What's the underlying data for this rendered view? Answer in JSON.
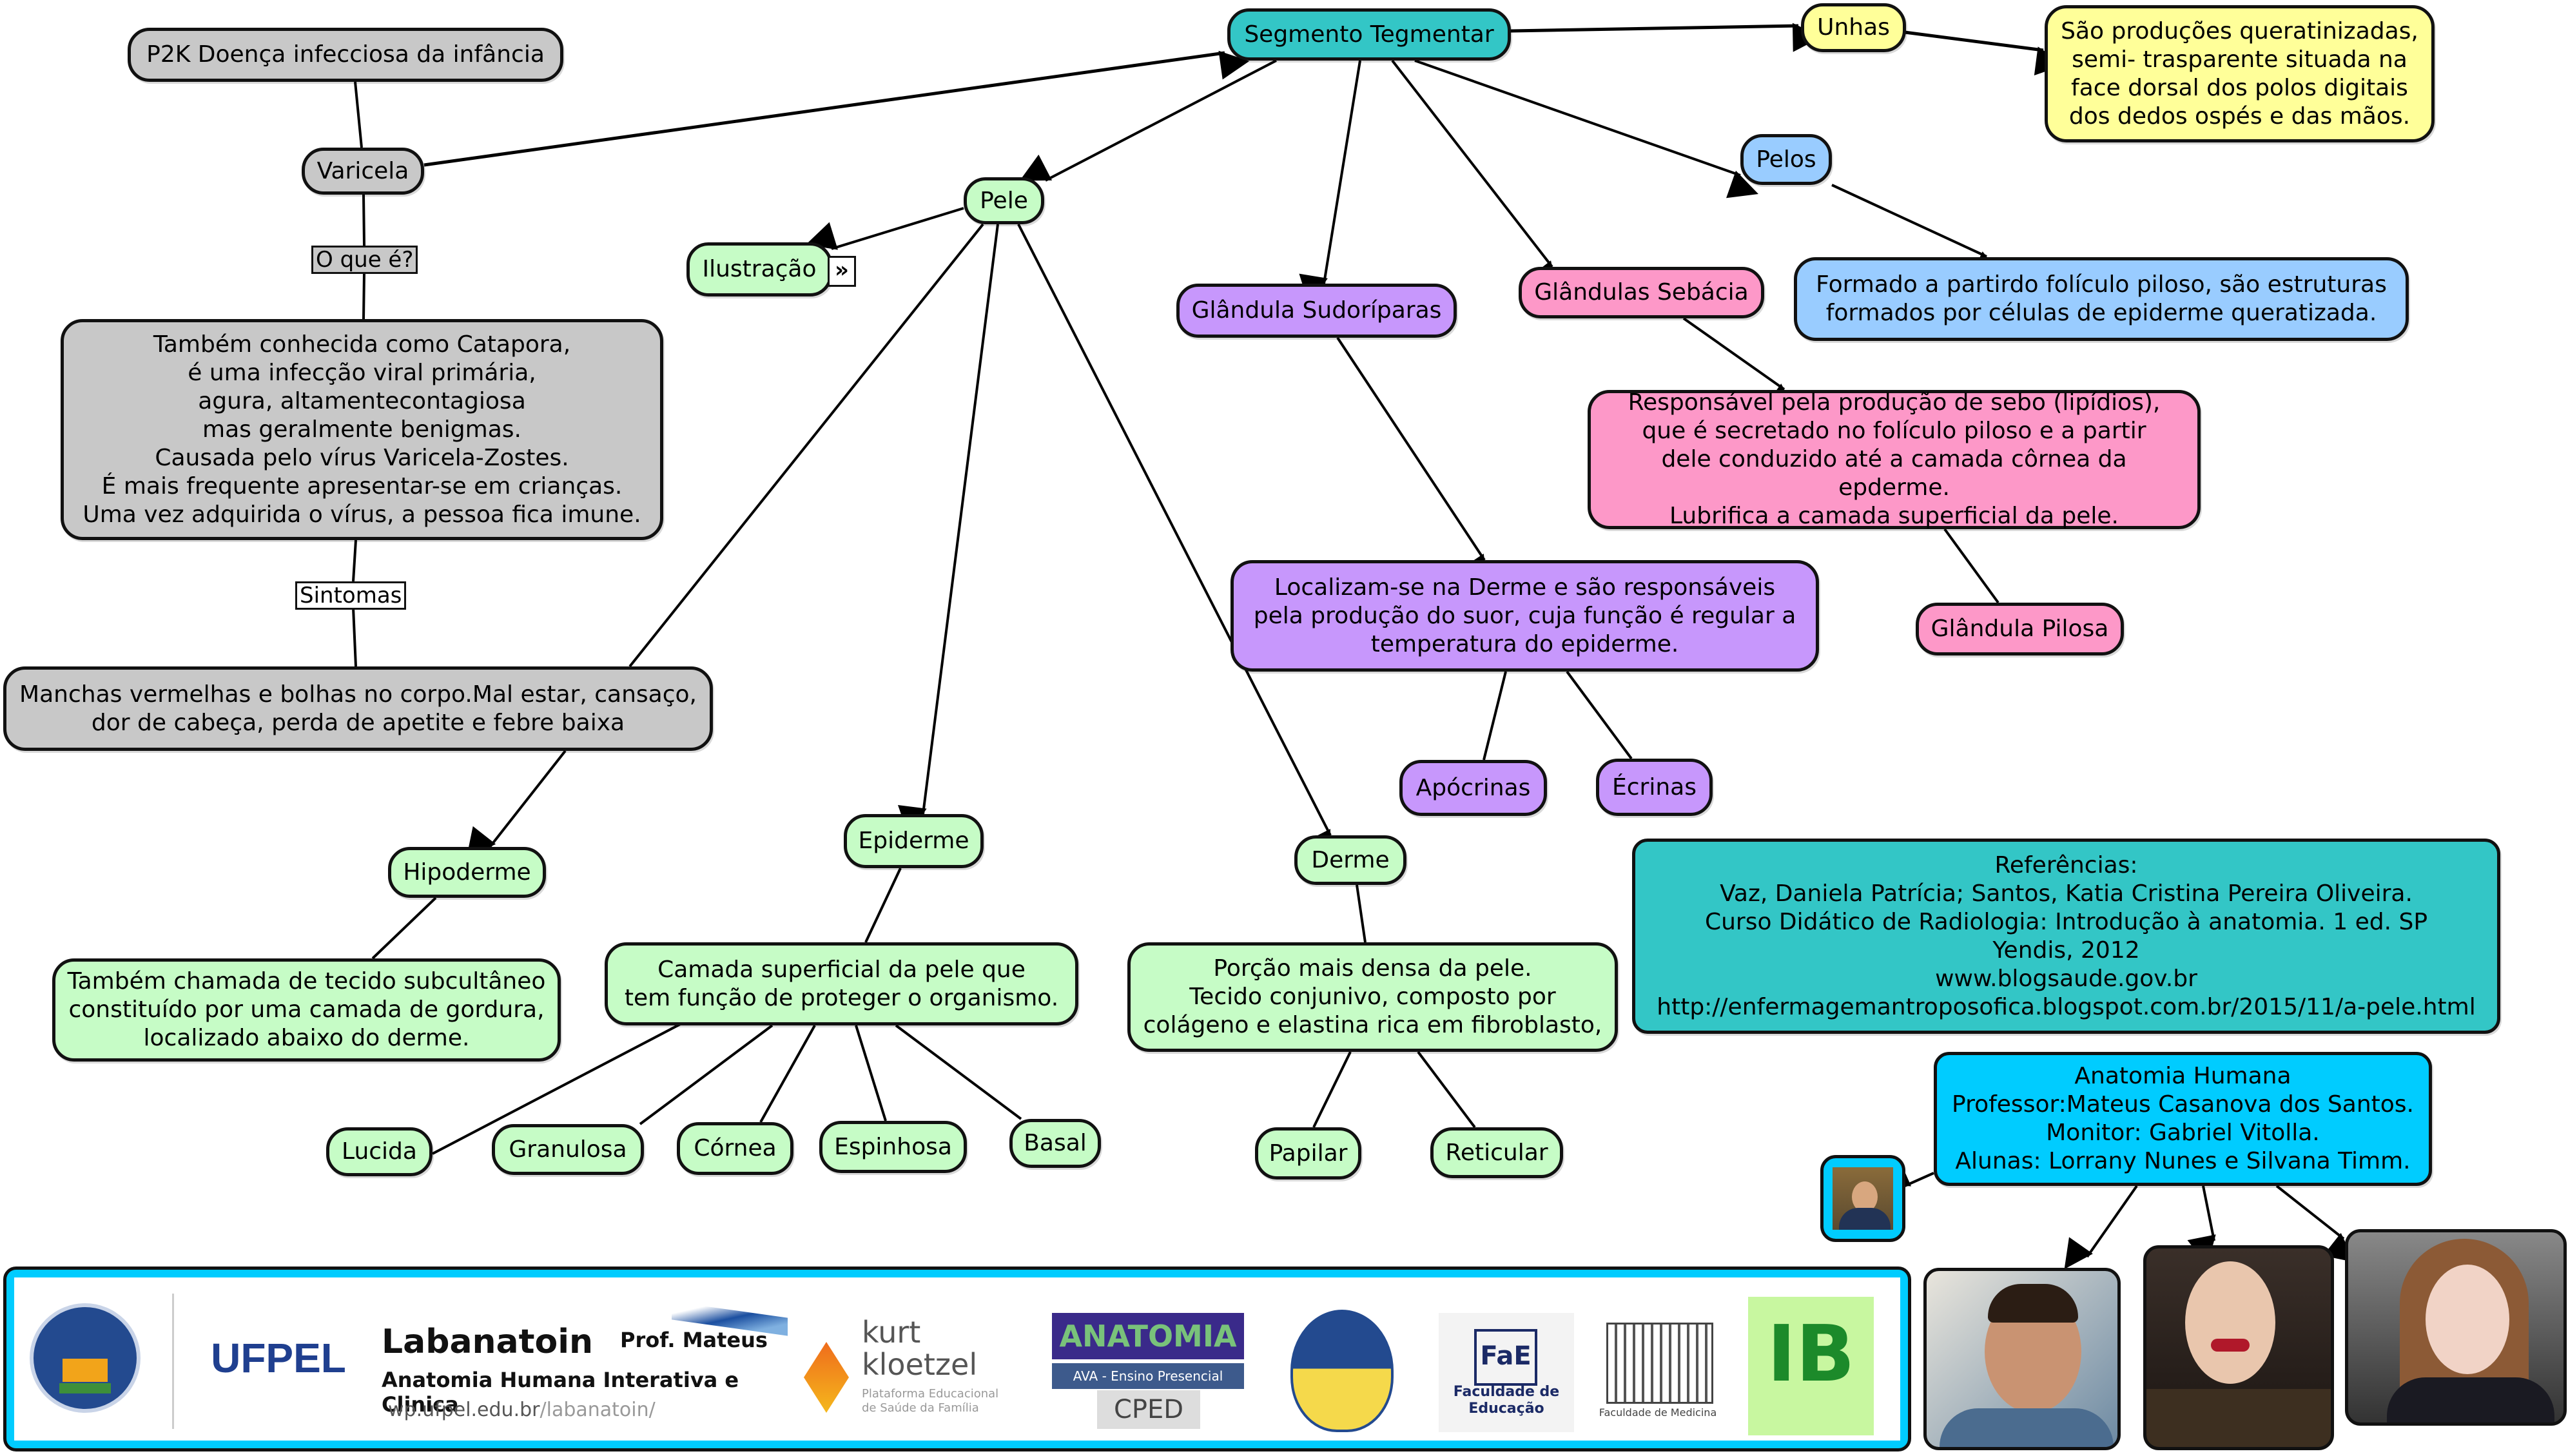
{
  "nodes": {
    "p2k": "P2K  Doença infecciosa da infância",
    "varicela": "Varicela",
    "catapora_desc": "Também conhecida como Catapora,\né uma infecção viral primária,\nagura, altamentecontagiosa\nmas geralmente benigmas.\nCausada pelo vírus Varicela-Zostes.\nÉ mais frequente apresentar-se em crianças.\nUma vez adquirida o vírus, a pessoa fica imune.",
    "sintomas_desc": "Manchas vermelhas e bolhas no corpo.Mal estar, cansaço,\ndor de cabeça, perda de apetite e febre baixa",
    "segmento": "Segmento Tegmentar",
    "unhas": "Unhas",
    "unhas_desc": "São produções queratinizadas,\nsemi- trasparente situada na\nface dorsal dos polos digitais\ndos dedos ospés e das mãos.",
    "pele": "Pele",
    "ilustracao": "Ilustração",
    "pelos": "Pelos",
    "pelos_desc": "Formado a partirdo folículo piloso, são estruturas\nformados por células de epiderme queratizada.",
    "sudoriparas": "Glândula Sudoríparas",
    "sebacia": "Glândulas Sebácia",
    "sebo_desc": "Responsável pela produção de sebo (lipídios),\nque é secretado no folículo piloso e a partir\ndele conduzido até a camada côrnea da epderme.\nLubrifica a camada superficial da pele.",
    "pilosa": "Glândula Pilosa",
    "sudor_desc": "Localizam-se na Derme e são responsáveis\npela produção do suor, cuja função é regular a\ntemperatura do epiderme.",
    "apocrinas": "Apócrinas",
    "ecrinas": "Écrinas",
    "hipoderme": "Hipoderme",
    "hipoderme_desc": "Também chamada de tecido subcultâneo\nconstituído por uma camada de gordura,\nlocalizado abaixo do derme.",
    "epiderme": "Epiderme",
    "epiderme_desc": "Camada superficial da pele que\ntem função de proteger o organismo.",
    "derme": "Derme",
    "derme_desc": "Porção mais densa da pele.\nTecido conjunivo, composto por\ncolágeno e elastina rica em fibroblasto,",
    "lucida": "Lucida",
    "granulosa": "Granulosa",
    "cornea": "Córnea",
    "espinhosa": "Espinhosa",
    "basal": "Basal",
    "papilar": "Papilar",
    "reticular": "Reticular",
    "referencias": "Referências:\nVaz, Daniela Patrícia; Santos, Katia Cristina Pereira Oliveira.\nCurso Didático de Radiologia: Introdução à anatomia. 1 ed. SP\nYendis, 2012\nwww.blogsaude.gov.br\nhttp://enfermagemantroposofica.blogspot.com.br/2015/11/a-pele.html",
    "anatomia": "Anatomia Humana\nProfessor:Mateus Casanova dos Santos.\nMonitor: Gabriel Vitolla.\nAlunas: Lorrany Nunes e Silvana Timm."
  },
  "link_labels": {
    "o_que_e": "O que é?",
    "sintomas": "Sintomas"
  },
  "icons": {
    "resource": "»"
  },
  "banner": {
    "ufpel": "UFPEL",
    "labanatoin": "Labanatoin",
    "prof_mateus": "Prof. Mateus",
    "lab_subtitle": "Anatomia Humana Interativa e Clinica",
    "lab_url_host": "wp.ufpel.edu.br",
    "lab_url_path": "/labanatoin/",
    "kurt": "kurt\nkloetzel",
    "kurt_sub": "Plataforma Educacional\nde Saúde da Família",
    "anatomia_logo": "ANATOMIA",
    "ava": "AVA - Ensino Presencial",
    "cped": "CPED",
    "fae": "FaE",
    "fae_sub": "Faculdade de\nEducação",
    "medicina_sub": "Faculdade de Medicina",
    "ib": "IB"
  },
  "colors": {
    "gray": "#c8c8c8",
    "teal": "#33c6c6",
    "yellow": "#ffff99",
    "blue": "#99ccff",
    "green": "#c6fcc6",
    "purple": "#c797fc",
    "pink": "#fd98c8",
    "cyan": "#00ccff"
  }
}
